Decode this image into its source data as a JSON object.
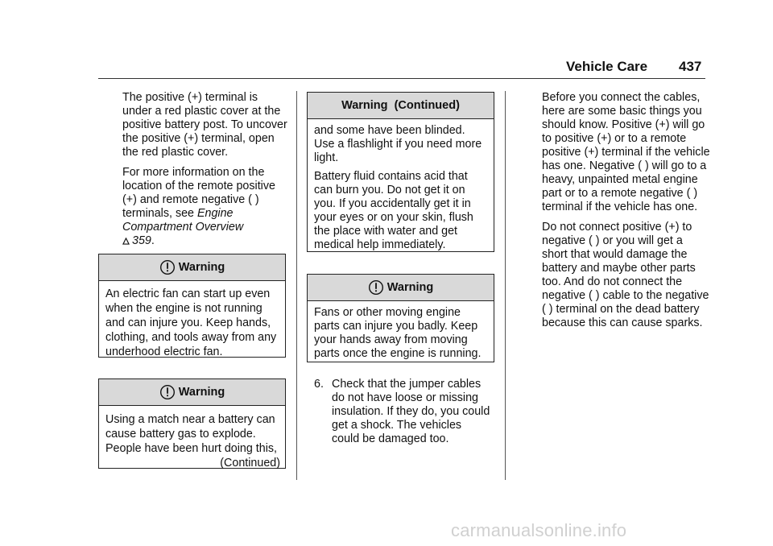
{
  "header": {
    "section": "Vehicle Care",
    "page_number": "437"
  },
  "col1": {
    "para1": "The positive (+) terminal is under a red plastic cover at the positive battery post. To uncover the positive (+) terminal, open the red plastic cover.",
    "para2_text": "For more information on the location of the remote positive (+) and remote negative (  ) terminals, see",
    "para2_link": "Engine Compartment Overview",
    "para2_page": "359",
    "para2_end": ".",
    "warning1": {
      "title": "Warning",
      "body": "An electric fan can start up even when the engine is not running and can injure you. Keep hands, clothing, and tools away from any underhood electric fan."
    },
    "warning2": {
      "title": "Warning",
      "body": "Using a match near a battery can cause battery gas to explode. People have been hurt doing this,",
      "continued": "(Continued)"
    }
  },
  "col2": {
    "warning_cont": {
      "title": "Warning  (Continued)",
      "p1": "and some have been blinded. Use a flashlight if you need more light.",
      "p2": "Battery fluid contains acid that can burn you. Do not get it on you. If you accidentally get it in your eyes or on your skin, flush the place with water and get medical help immediately."
    },
    "warning3": {
      "title": "Warning",
      "body": "Fans or other moving engine parts can injure you badly. Keep your hands away from moving parts once the engine is running."
    },
    "step6": {
      "number": "6.",
      "text": "Check that the jumper cables do not have loose or missing insulation. If they do, you could get a shock. The vehicles could be damaged too."
    }
  },
  "col3": {
    "para1": "Before you connect the cables, here are some basic things you should know. Positive (+) will go to positive (+) or to a remote positive (+) terminal if the vehicle has one. Negative (  ) will go to a heavy, unpainted metal engine part or to a remote negative (  ) terminal if the vehicle has one.",
    "para2": "Do not connect positive (+) to negative (  ) or you will get a short that would damage the battery and maybe other parts too. And do not connect the negative (  ) cable to the negative (  ) terminal on the dead battery because this can cause sparks."
  },
  "watermark": "carmanualsonline.info"
}
